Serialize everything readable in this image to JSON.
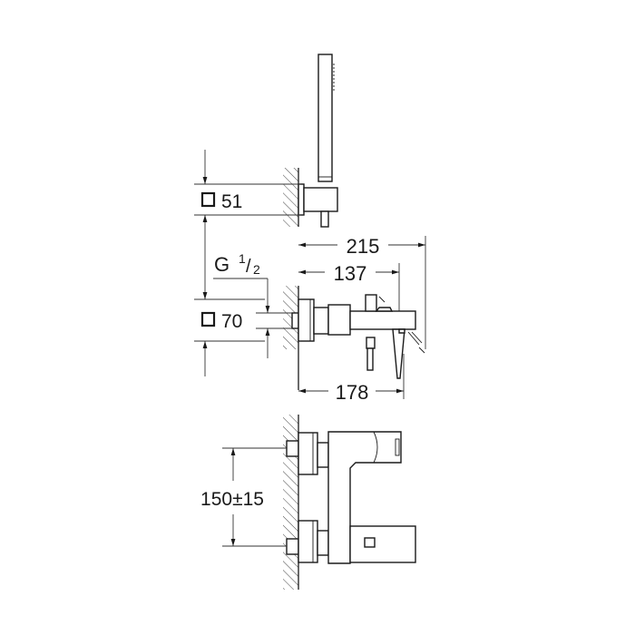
{
  "dimensions": {
    "hand_shower_holder": "51",
    "connection_thread_main": "G",
    "connection_thread_num": "1",
    "connection_thread_den": "2",
    "mixer_plate": "70",
    "total_projection": "215",
    "spout_projection": "137",
    "lever_projection": "178",
    "center_distance": "150±15"
  },
  "colors": {
    "line": "#1a1a1a",
    "background": "#ffffff"
  }
}
